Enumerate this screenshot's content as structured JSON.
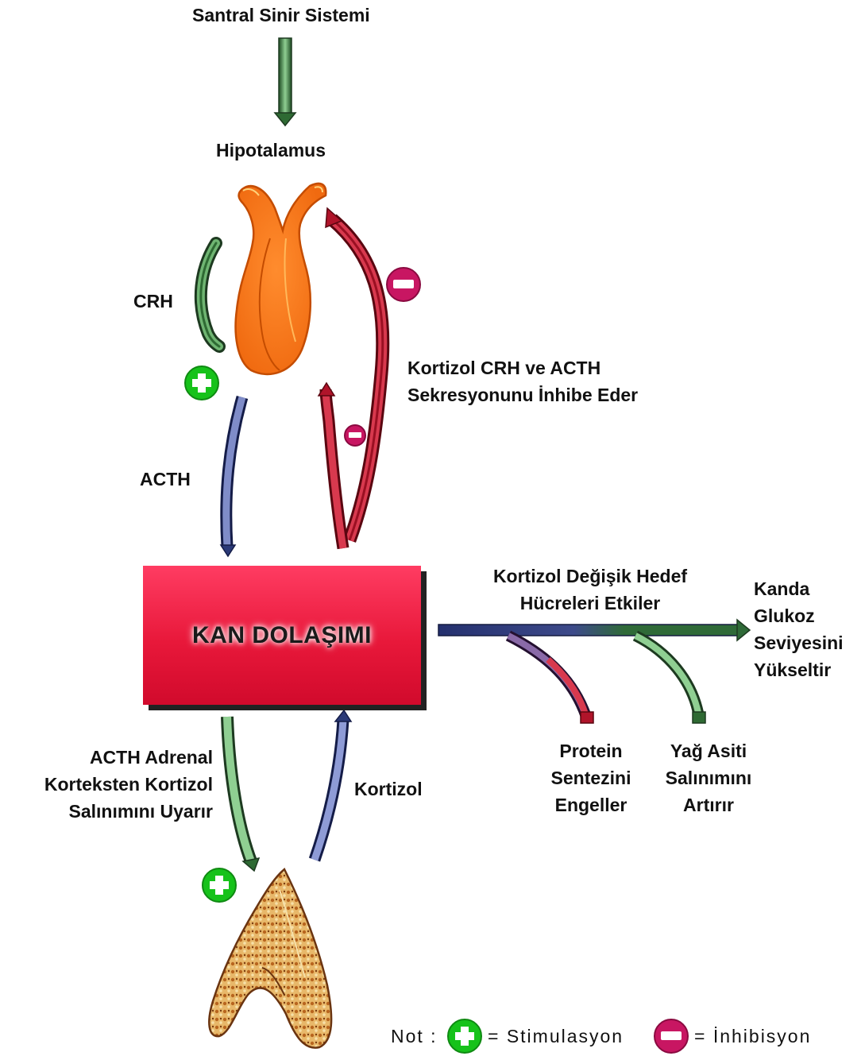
{
  "labels": {
    "cns": "Santral Sinir Sistemi",
    "hypothalamus": "Hipotalamus",
    "crh": "CRH",
    "acth": "ACTH",
    "feedback_line1": "Kortizol CRH ve ACTH",
    "feedback_line2": "Sekresyonunu İnhibe Eder",
    "blood": "KAN DOLAŞIMI",
    "targets_line1": "Kortizol Değişik Hedef",
    "targets_line2": "Hücreleri Etkiler",
    "glucose_line1": "Kanda",
    "glucose_line2": "Glukoz",
    "glucose_line3": "Seviyesini",
    "glucose_line4": "Yükseltir",
    "protein_line1": "Protein",
    "protein_line2": "Sentezini",
    "protein_line3": "Engeller",
    "fat_line1": "Yağ Asiti",
    "fat_line2": "Salınımını",
    "fat_line3": "Artırır",
    "adrenal_line1": "ACTH Adrenal",
    "adrenal_line2": "Korteksten Kortizol",
    "adrenal_line3": "Salınımını Uyarır",
    "cortisol": "Kortizol"
  },
  "legend": {
    "prefix": "Not :",
    "stimulation": "= Stimulasyon",
    "inhibition": "= İnhibisyon"
  },
  "colors": {
    "stimulation": "#16c21a",
    "inhibition": "#c81662",
    "blood_box": "#e8183a",
    "arrow_green": "#2e6a33",
    "arrow_blue": "#2b3a78",
    "arrow_red": "#b0142a"
  }
}
